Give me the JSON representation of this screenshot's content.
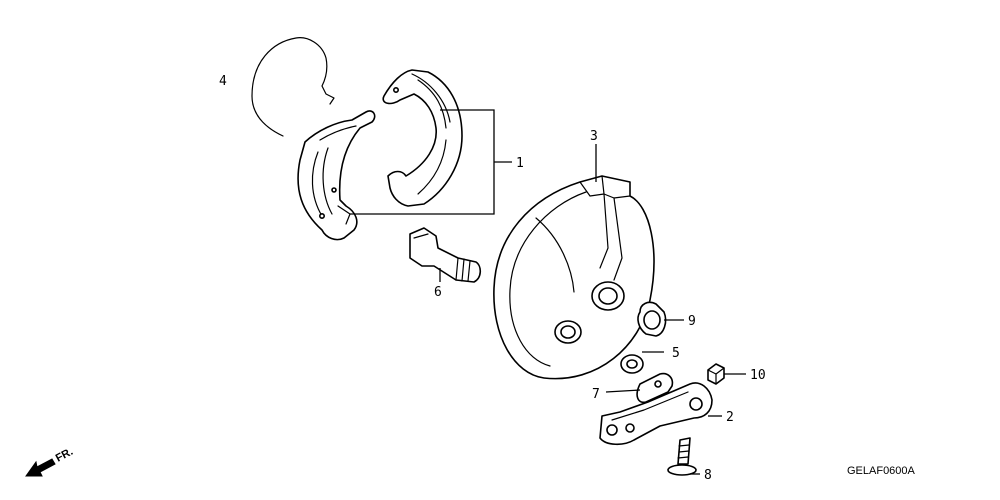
{
  "diagram": {
    "drawing_code": "GELAF0600A",
    "direction_label": "FR.",
    "callouts": [
      "1",
      "2",
      "3",
      "4",
      "5",
      "6",
      "7",
      "8",
      "9",
      "10"
    ],
    "line_color": "#000000",
    "background_color": "#ffffff"
  }
}
